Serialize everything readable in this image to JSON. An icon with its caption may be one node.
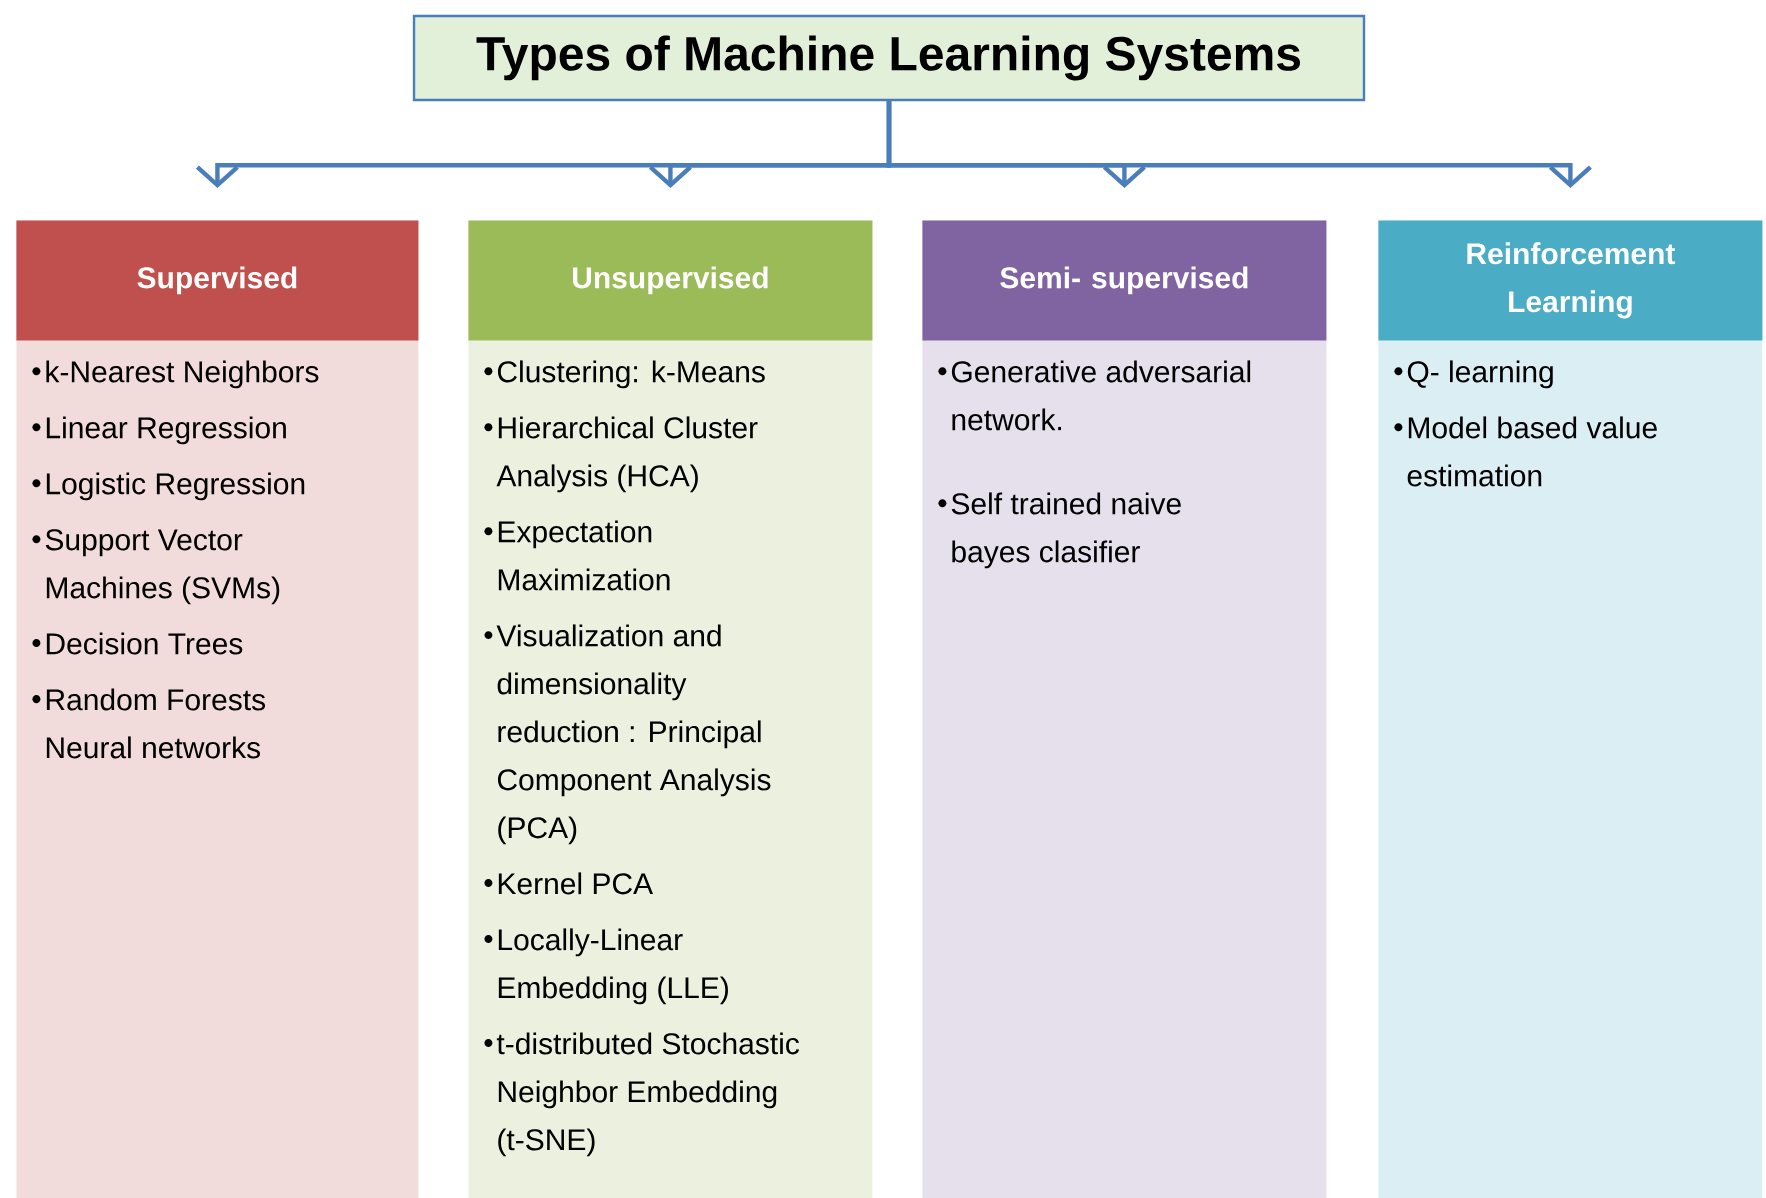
{
  "diagram": {
    "nodes": [
      {
        "text": [
          "Types of Machine Learning Systems"
        ]
      },
      {
        "text": [
          "Supervised",
          "k-Nearest Neighbors",
          "Linear Regression",
          "Logistic Regression",
          "Support Vector Machines (SVMs)",
          "Decision Trees",
          "Random Forests Neural networks"
        ]
      },
      {
        "text": [
          "Unsupervised",
          "Clustering: k-Means",
          "Hierarchical Cluster Analysis (HCA)",
          "Expectation Maximization",
          "Visualization and dimensionality reduction : Principal Component Analysis (PCA)",
          "Kernel PCA",
          "Locally-Linear Embedding (LLE)",
          "t-distributed Stochastic Neighbor Embedding (t-SNE)"
        ]
      },
      {
        "text": [
          "Semi- supervised",
          "Generative adversarial network.",
          "Self trained naive bayes clasifier"
        ]
      },
      {
        "text": [
          "Reinforcement Learning",
          "Q- learning",
          "Model based value estimation"
        ]
      }
    ],
    "edges": [
      {
        "from": 0,
        "to": 1,
        "arrow": "to"
      },
      {
        "from": 0,
        "to": 2,
        "arrow": "to"
      },
      {
        "from": 0,
        "to": 3,
        "arrow": "to"
      },
      {
        "from": 0,
        "to": 4,
        "arrow": "to"
      }
    ]
  }
}
